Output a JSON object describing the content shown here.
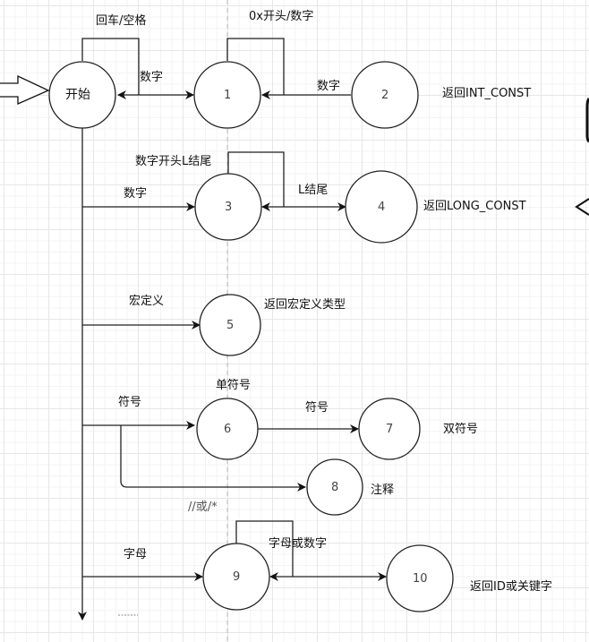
{
  "diagram": {
    "type": "state-transition-diagram",
    "states": [
      {
        "id": "start",
        "label": "开始"
      },
      {
        "id": "s1",
        "label": "1"
      },
      {
        "id": "s2",
        "label": "2"
      },
      {
        "id": "s3",
        "label": "3"
      },
      {
        "id": "s4",
        "label": "4"
      },
      {
        "id": "s5",
        "label": "5"
      },
      {
        "id": "s6",
        "label": "6"
      },
      {
        "id": "s7",
        "label": "7"
      },
      {
        "id": "s8",
        "label": "8"
      },
      {
        "id": "s9",
        "label": "9"
      },
      {
        "id": "s10",
        "label": "10"
      }
    ],
    "edge_labels": {
      "start_loop": "回车/空格",
      "start_to_1": "数字",
      "s1_loop": "0x开头/数字",
      "s1_to_2": "数字",
      "start_to_3": "数字",
      "s3_loop": "数字开头L结尾",
      "s3_to_4": "L结尾",
      "start_to_5": "宏定义",
      "start_to_6": "符号",
      "s6_note": "单符号",
      "s6_to_7": "符号",
      "to_8": "//或/*",
      "start_to_9": "字母",
      "s9_loop": "字母或数字",
      "more": "......"
    },
    "outputs": {
      "s2": "返回INT_CONST",
      "s4": "返回LONG_CONST",
      "s5": "返回宏定义类型",
      "s7": "双符号",
      "s8": "注释",
      "s10": "返回ID或关键字"
    }
  }
}
